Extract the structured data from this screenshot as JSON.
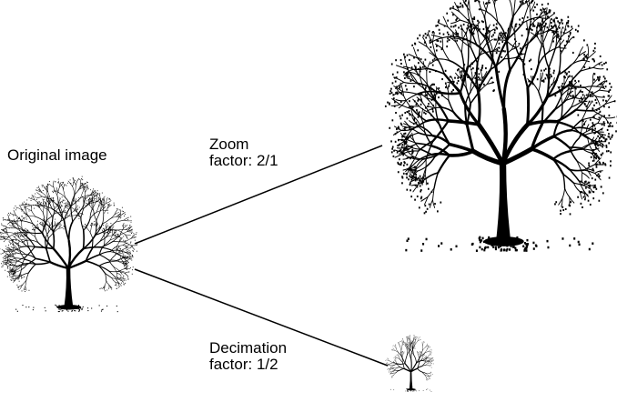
{
  "labels": {
    "original": "Original image",
    "zoom_line1": "Zoom",
    "zoom_line2": "factor: 2/1",
    "decimation_line1": "Decimation",
    "decimation_line2": "factor: 1/2"
  },
  "colors": {
    "ink": "#000000",
    "background": "#ffffff"
  }
}
